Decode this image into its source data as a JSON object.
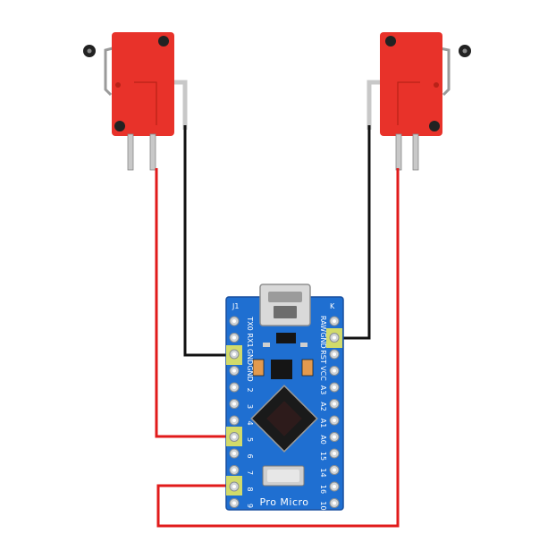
{
  "board": {
    "name": "Pro Micro",
    "left_pins": [
      "TX0",
      "RX1",
      "GND",
      "GND",
      "2",
      "3",
      "4",
      "5",
      "6",
      "7",
      "8",
      "9"
    ],
    "right_pins": [
      "RAW",
      "GND",
      "RST",
      "VCC",
      "A3",
      "A2",
      "A1",
      "A0",
      "15",
      "14",
      "16",
      "10"
    ],
    "header_left": "J1",
    "header_right": "K"
  },
  "colors": {
    "switch_body": "#e8322a",
    "board": "#1f6fd1",
    "wire_signal": "#e11b1b",
    "wire_ground": "#111111",
    "highlight_pad": "#f2ee58"
  },
  "components": [
    "left-microswitch",
    "right-microswitch",
    "pro-micro-board"
  ],
  "connections": [
    {
      "from": "left-switch",
      "to": "GND",
      "wire": "black"
    },
    {
      "from": "left-switch",
      "to": "5",
      "wire": "red"
    },
    {
      "from": "right-switch",
      "to": "GND",
      "wire": "black"
    },
    {
      "from": "right-switch",
      "to": "8",
      "wire": "red"
    }
  ]
}
